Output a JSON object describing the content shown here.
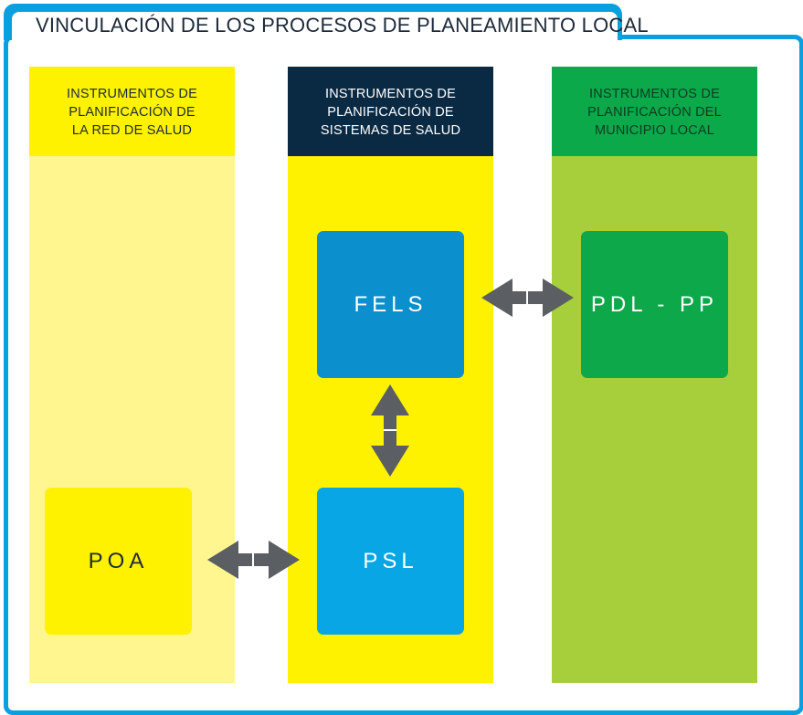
{
  "title": "VINCULACIÓN DE LOS PROCESOS DE PLANEAMIENTO LOCAL",
  "columns": {
    "red": {
      "header": "INSTRUMENTOS DE\nPLANIFICACIÓN DE\nLA RED DE SALUD"
    },
    "sistemas": {
      "header": "INSTRUMENTOS DE\nPLANIFICACIÓN DE\nSISTEMAS DE SALUD"
    },
    "municipio": {
      "header": "INSTRUMENTOS DE\nPLANIFICACIÓN DEL\nMUNICIPIO LOCAL"
    }
  },
  "boxes": {
    "fels": "FELS",
    "psl": "PSL",
    "pdl": "PDL - PP",
    "poa": "POA"
  },
  "colors": {
    "frame": "#0c9fe0",
    "arrow": "#5b5e63",
    "yellow": "#fff200",
    "navy": "#0a2a44",
    "green": "#0ba94a",
    "lime": "#a7cf3c"
  }
}
